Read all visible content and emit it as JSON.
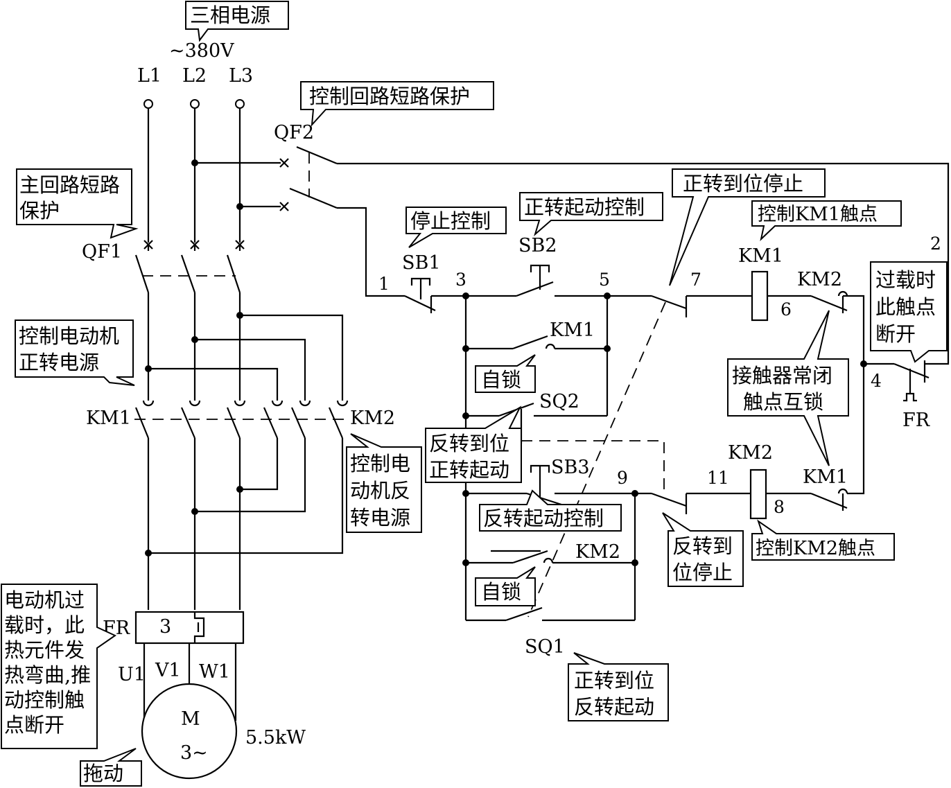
{
  "supply": {
    "title": "三相电源",
    "voltage": "~380V",
    "phases": [
      "L1",
      "L2",
      "L3"
    ]
  },
  "breakers": {
    "qf1": "QF1",
    "qf2": "QF2"
  },
  "contactors": {
    "km1": "KM1",
    "km2": "KM2"
  },
  "buttons": {
    "sb1": "SB1",
    "sb2": "SB2",
    "sb3": "SB3"
  },
  "limit_switches": {
    "sq1": "SQ1",
    "sq2": "SQ2"
  },
  "overload": {
    "fr": "FR",
    "element_count": "3"
  },
  "motor": {
    "symbol": "M",
    "phase": "3~",
    "power": "5.5kW",
    "terminals": [
      "U1",
      "V1",
      "W1"
    ]
  },
  "node_numbers": [
    "1",
    "2",
    "3",
    "4",
    "5",
    "6",
    "7",
    "8",
    "9",
    "11"
  ],
  "callouts": {
    "control_circuit_protection": "控制回路短路保护",
    "main_circuit_protection": [
      "主回路短路",
      "保护"
    ],
    "motor_forward_power": [
      "控制电动机",
      "正转电源"
    ],
    "motor_reverse_power": [
      "控制电",
      "动机反",
      "转电源"
    ],
    "stop_control": "停止控制",
    "forward_start_control": "正转起动控制",
    "forward_limit_stop": "正转到位停止",
    "control_km1_contact": "控制KM1触点",
    "overload_contact_opens": [
      "过载时",
      "此触点",
      "断开"
    ],
    "contactor_interlock": [
      "接触器常闭",
      "触点互锁"
    ],
    "self_lock": "自锁",
    "reverse_limit_forward_start": [
      "反转到位",
      "正转起动"
    ],
    "reverse_start_control": "反转起动控制",
    "reverse_limit_stop": [
      "反转到",
      "位停止"
    ],
    "control_km2_contact": "控制KM2触点",
    "forward_limit_reverse_start": [
      "正转到位",
      "反转起动"
    ],
    "overload_heater_note": [
      "电动机过",
      "载时，此",
      "热元件发",
      "热弯曲,推",
      "动控制触",
      "点断开"
    ],
    "drive": "拖动"
  }
}
